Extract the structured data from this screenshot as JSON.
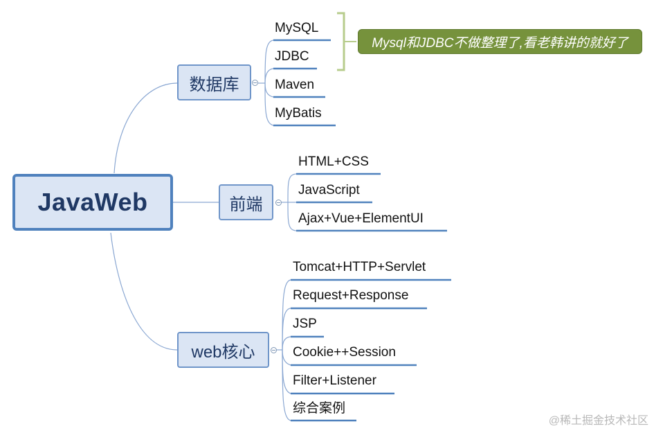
{
  "root": {
    "label": "JavaWeb"
  },
  "branches": [
    {
      "label": "数据库",
      "children": [
        "MySQL",
        "JDBC",
        "Maven",
        "MyBatis"
      ]
    },
    {
      "label": "前端",
      "children": [
        "HTML+CSS",
        "JavaScript",
        "Ajax+Vue+ElementUI"
      ]
    },
    {
      "label": "web核心",
      "children": [
        "Tomcat+HTTP+Servlet",
        "Request+Response",
        "JSP",
        "Cookie++Session",
        "Filter+Listener",
        "综合案例"
      ]
    }
  ],
  "callout": {
    "text": "Mysql和JDBC不做整理了,看老韩讲的就好了"
  },
  "watermark": {
    "text": "@稀土掘金技术社区"
  },
  "colors": {
    "root_border": "#4f81bd",
    "node_fill": "#dbe5f4",
    "line": "#6f95c9",
    "callout": "#76923c",
    "bracket": "#b7cc8c"
  }
}
